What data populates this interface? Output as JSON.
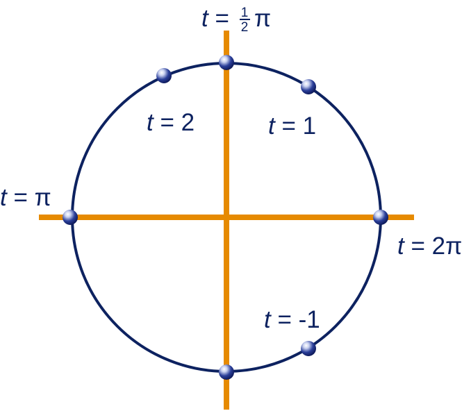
{
  "diagram": {
    "colors": {
      "circle": "#0d2260",
      "axes": "#e68a00",
      "label": "#0d2260",
      "point_fill": "#1b2f86",
      "point_highlight": "#dfe4f7"
    },
    "labels": {
      "top": {
        "var": "t",
        "eq": " = ",
        "frac_num": "1",
        "frac_den": "2",
        "tail": "π"
      },
      "left": {
        "var": "t",
        "eq": " = ",
        "value": "π"
      },
      "right": {
        "var": "t",
        "eq": " = ",
        "value": "2π"
      },
      "upper_left": {
        "var": "t",
        "eq": " = ",
        "value": "2"
      },
      "upper_right": {
        "var": "t",
        "eq": " = ",
        "value": "1"
      },
      "lower_right": {
        "var": "t",
        "eq": " = ",
        "value": "-1"
      }
    }
  }
}
